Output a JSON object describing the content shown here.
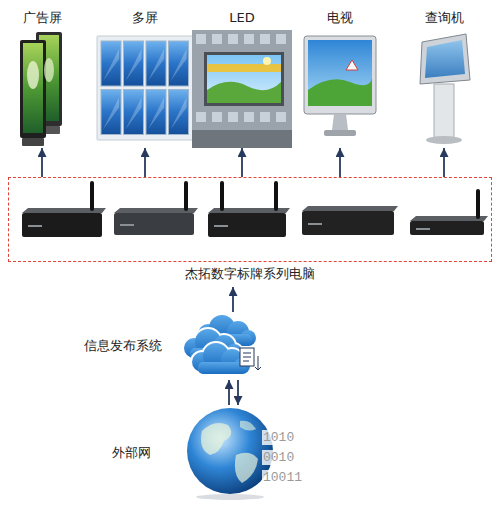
{
  "diagram": {
    "nodes": [
      {
        "text": [
          "广告屏"
        ]
      },
      {
        "text": [
          "多屏"
        ]
      },
      {
        "text": [
          "LED"
        ]
      },
      {
        "text": [
          "电视"
        ]
      },
      {
        "text": [
          "查询机"
        ]
      },
      {
        "text": [
          "杰拓数字标牌系列电脑"
        ]
      },
      {
        "text": [
          "信息发布系统"
        ]
      },
      {
        "text": [
          "外部网"
        ]
      }
    ],
    "edges": [
      {
        "from": 5,
        "to": 0,
        "arrow": "to"
      },
      {
        "from": 5,
        "to": 1,
        "arrow": "to"
      },
      {
        "from": 5,
        "to": 2,
        "arrow": "to"
      },
      {
        "from": 5,
        "to": 3,
        "arrow": "to"
      },
      {
        "from": 5,
        "to": 4,
        "arrow": "to"
      },
      {
        "from": 6,
        "to": 5,
        "arrow": "to"
      },
      {
        "from": 7,
        "to": 6,
        "arrow": "to"
      },
      {
        "from": 6,
        "to": 7,
        "arrow": "to"
      }
    ],
    "labels": [
      "1010",
      "0010",
      "10011"
    ]
  }
}
